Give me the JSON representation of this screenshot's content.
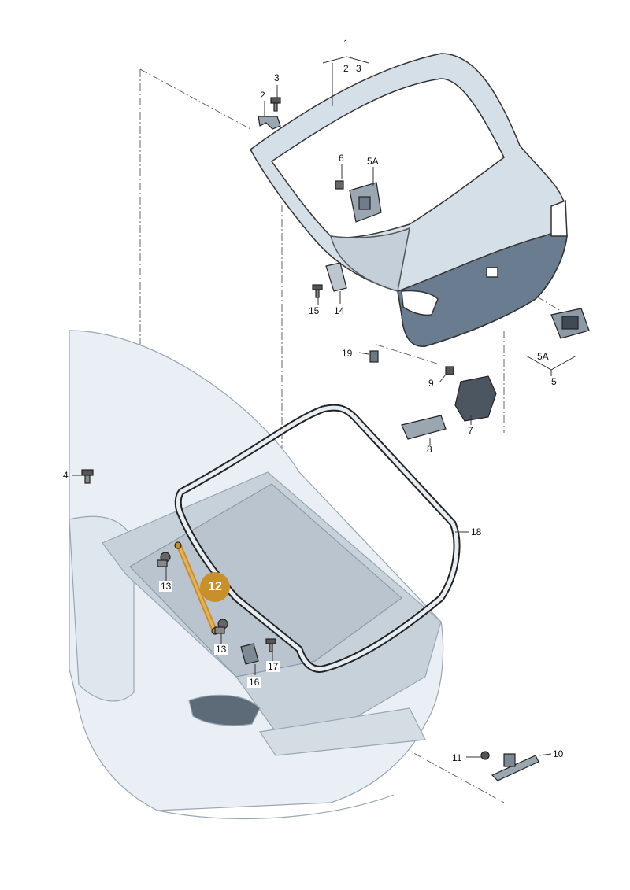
{
  "colors": {
    "panel": "#d8e2ea",
    "panel_dark": "#66788a",
    "line": "#222222",
    "leader": "#555555",
    "highlight": "#c8902a",
    "car_body": "#e6edf3"
  },
  "callouts": {
    "c1": "1",
    "c1_sub_2": "2",
    "c1_sub_3": "3",
    "c2": "2",
    "c3": "3",
    "c4": "4",
    "c5": "5",
    "c5A_top": "5A",
    "c5A_bottom": "5A",
    "c6": "6",
    "c7": "7",
    "c8": "8",
    "c9": "9",
    "c10": "10",
    "c11": "11",
    "c12": "12",
    "c13_a": "13",
    "c13_b": "13",
    "c14": "14",
    "c15": "15",
    "c16": "16",
    "c17": "17",
    "c18": "18",
    "c19": "19"
  }
}
